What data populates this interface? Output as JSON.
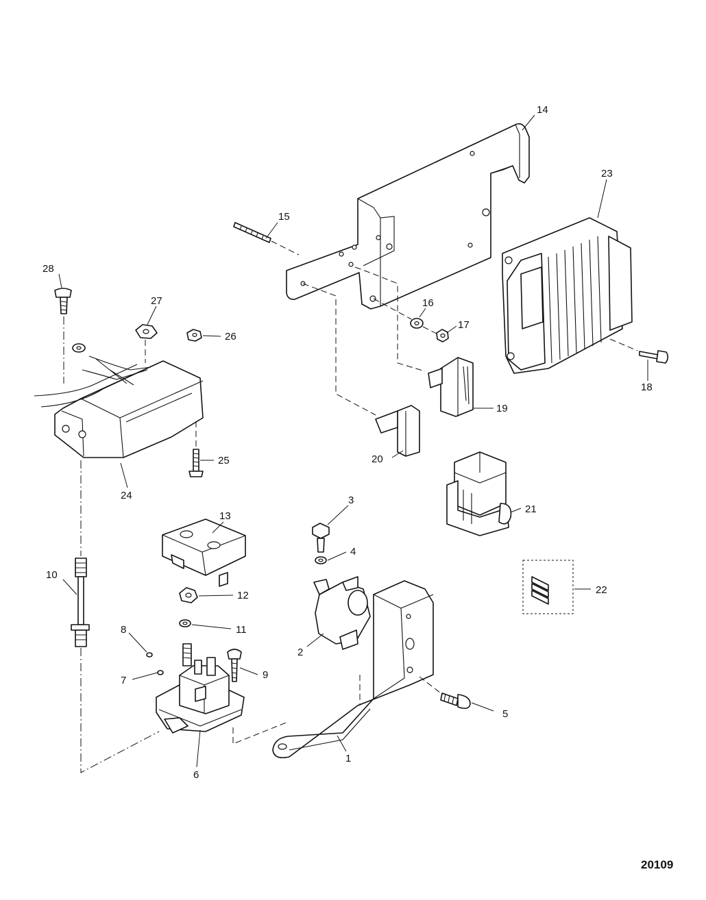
{
  "callouts": {
    "1": "1",
    "2": "2",
    "3": "3",
    "4": "4",
    "5": "5",
    "6": "6",
    "7": "7",
    "8": "8",
    "9": "9",
    "10": "10",
    "11": "11",
    "12": "12",
    "13": "13",
    "14": "14",
    "15": "15",
    "16": "16",
    "17": "17",
    "18": "18",
    "19": "19",
    "20": "20",
    "21": "21",
    "22": "22",
    "23": "23",
    "24": "24",
    "25": "25",
    "26": "26",
    "27": "27",
    "28": "28"
  },
  "figure_number": "20109",
  "colors": {
    "background": "#ffffff",
    "line": "#111111"
  }
}
